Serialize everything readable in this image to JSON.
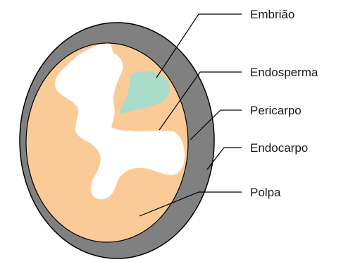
{
  "diagram": {
    "labels": {
      "embriao": "Embrião",
      "endosperma": "Endosperma",
      "pericarpo": "Pericarpo",
      "endocarpo": "Endocarpo",
      "polpa": "Polpa"
    },
    "colors": {
      "outer_shell": "#808080",
      "pulp": "#FACB96",
      "endosperm": "#FFFFFF",
      "embryo": "#A8DCC8",
      "outline": "#000000"
    }
  }
}
